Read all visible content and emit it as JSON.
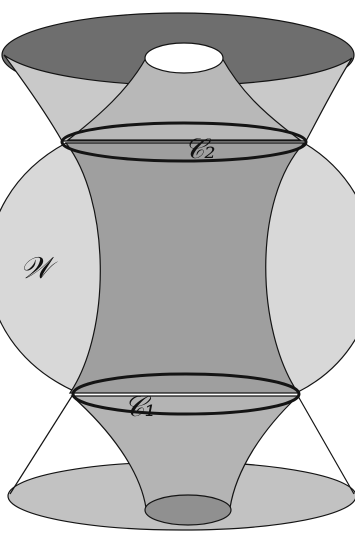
{
  "labels": {
    "w": "𝒲",
    "c2": "𝒞₂",
    "c1": "𝒞₁"
  },
  "colors": {
    "outline": "#141414",
    "top_cap": "#6e6e6e",
    "cone_light": "#c9c9c9",
    "cone_mid": "#b4b4b4",
    "waist": "#9f9f9f",
    "bulge": "#d8d8d8",
    "bottom_disc": "#c2c2c2",
    "inner_disc": "#909090"
  }
}
